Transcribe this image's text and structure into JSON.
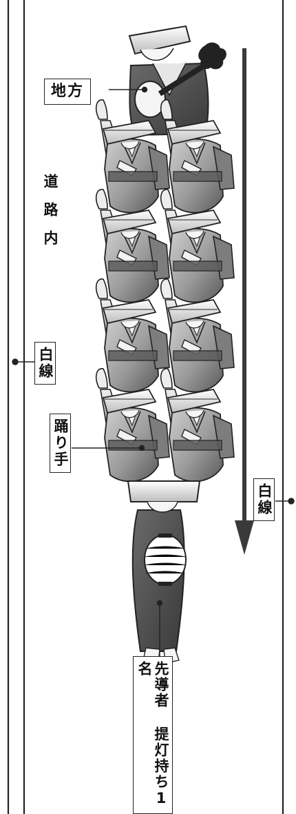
{
  "labels": {
    "jikata": "地方",
    "road_inside": "道路内",
    "white_line": "白線",
    "dancers": "踊り手",
    "leader_title": "先導者",
    "leader_desc": "提灯持ち1名"
  },
  "colors": {
    "line": "#222222",
    "kimono_dark": "#4a4a4a",
    "kimono_mid": "#8c8c8c",
    "kimono_light": "#d0d0d0",
    "hat": "#e8e8e8",
    "skin": "#f2f2f2"
  },
  "icons": {
    "hat": "amigasa-hat",
    "drum": "taiko-drum",
    "lantern": "chochin-lantern",
    "arrow": "direction-arrow-down"
  }
}
